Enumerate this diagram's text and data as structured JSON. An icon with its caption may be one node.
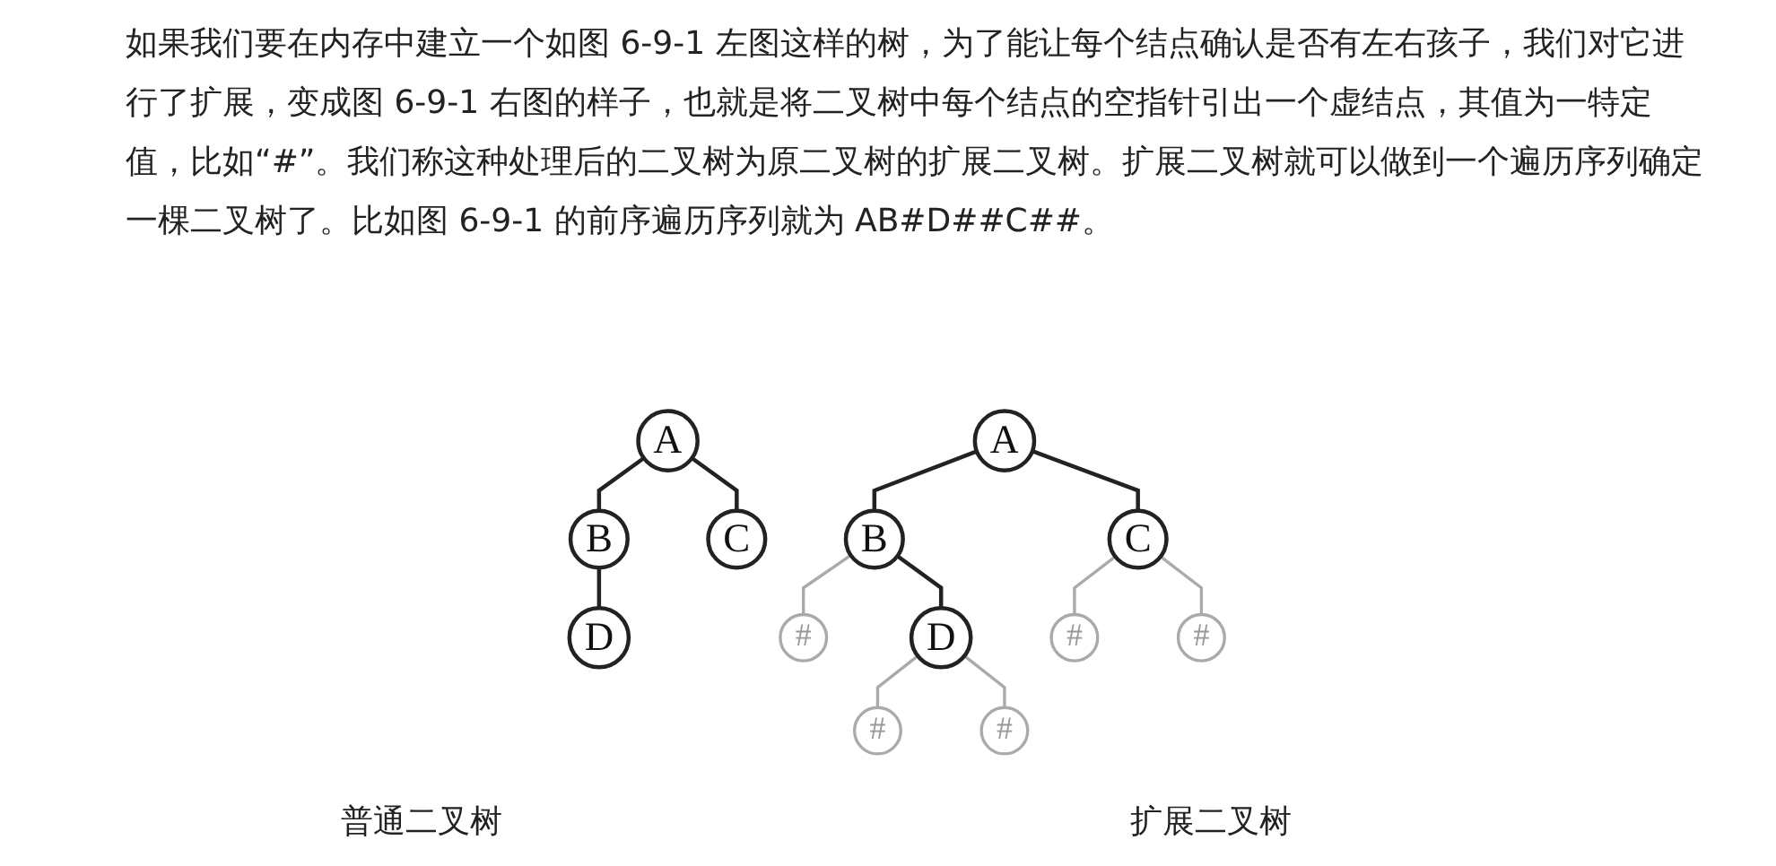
{
  "diagram": {
    "nodes": [
      {
        "text": [
          "A"
        ]
      },
      {
        "text": [
          "B"
        ]
      },
      {
        "text": [
          "C"
        ]
      },
      {
        "text": [
          "D"
        ]
      },
      {
        "text": [
          "A"
        ]
      },
      {
        "text": [
          "B"
        ]
      },
      {
        "text": [
          "C"
        ]
      },
      {
        "text": [
          "#"
        ]
      },
      {
        "text": [
          "D"
        ]
      },
      {
        "text": [
          "#"
        ]
      },
      {
        "text": [
          "#"
        ]
      },
      {
        "text": [
          "#"
        ]
      },
      {
        "text": [
          "#"
        ]
      }
    ],
    "edges": [
      {
        "from": 0,
        "to": 1,
        "arrow": "none"
      },
      {
        "from": 0,
        "to": 2,
        "arrow": "none"
      },
      {
        "from": 1,
        "to": 3,
        "arrow": "none"
      },
      {
        "from": 4,
        "to": 5,
        "arrow": "none"
      },
      {
        "from": 4,
        "to": 6,
        "arrow": "none"
      },
      {
        "from": 5,
        "to": 7,
        "arrow": "none",
        "color": "#aaaaaa"
      },
      {
        "from": 5,
        "to": 8,
        "arrow": "none"
      },
      {
        "from": 6,
        "to": 9,
        "arrow": "none",
        "color": "#aaaaaa"
      },
      {
        "from": 6,
        "to": 10,
        "arrow": "none",
        "color": "#aaaaaa"
      },
      {
        "from": 8,
        "to": 11,
        "arrow": "none",
        "color": "#aaaaaa"
      },
      {
        "from": 8,
        "to": 12,
        "arrow": "none",
        "color": "#aaaaaa"
      }
    ],
    "labels": [
      "如果我们要在内存中建立一个如图 6-9-1 左图这样的树，为了能让每个结点确认是否有左右孩子，我们对它进行了扩展，变成图 6-9-1 右图的样子，也就是将二叉树中每个结点的空指针引出一个虚结点，其值为一特定值，比如“#”。我们称这种处理后的二叉树为原二叉树的扩展二叉树。扩展二叉树就可以做到一个遍历序列确定一棵二叉树了。比如图 6-9-1 的前序遍历序列就为 AB#D##C##。",
      "普通二叉树",
      "扩展二叉树"
    ]
  }
}
